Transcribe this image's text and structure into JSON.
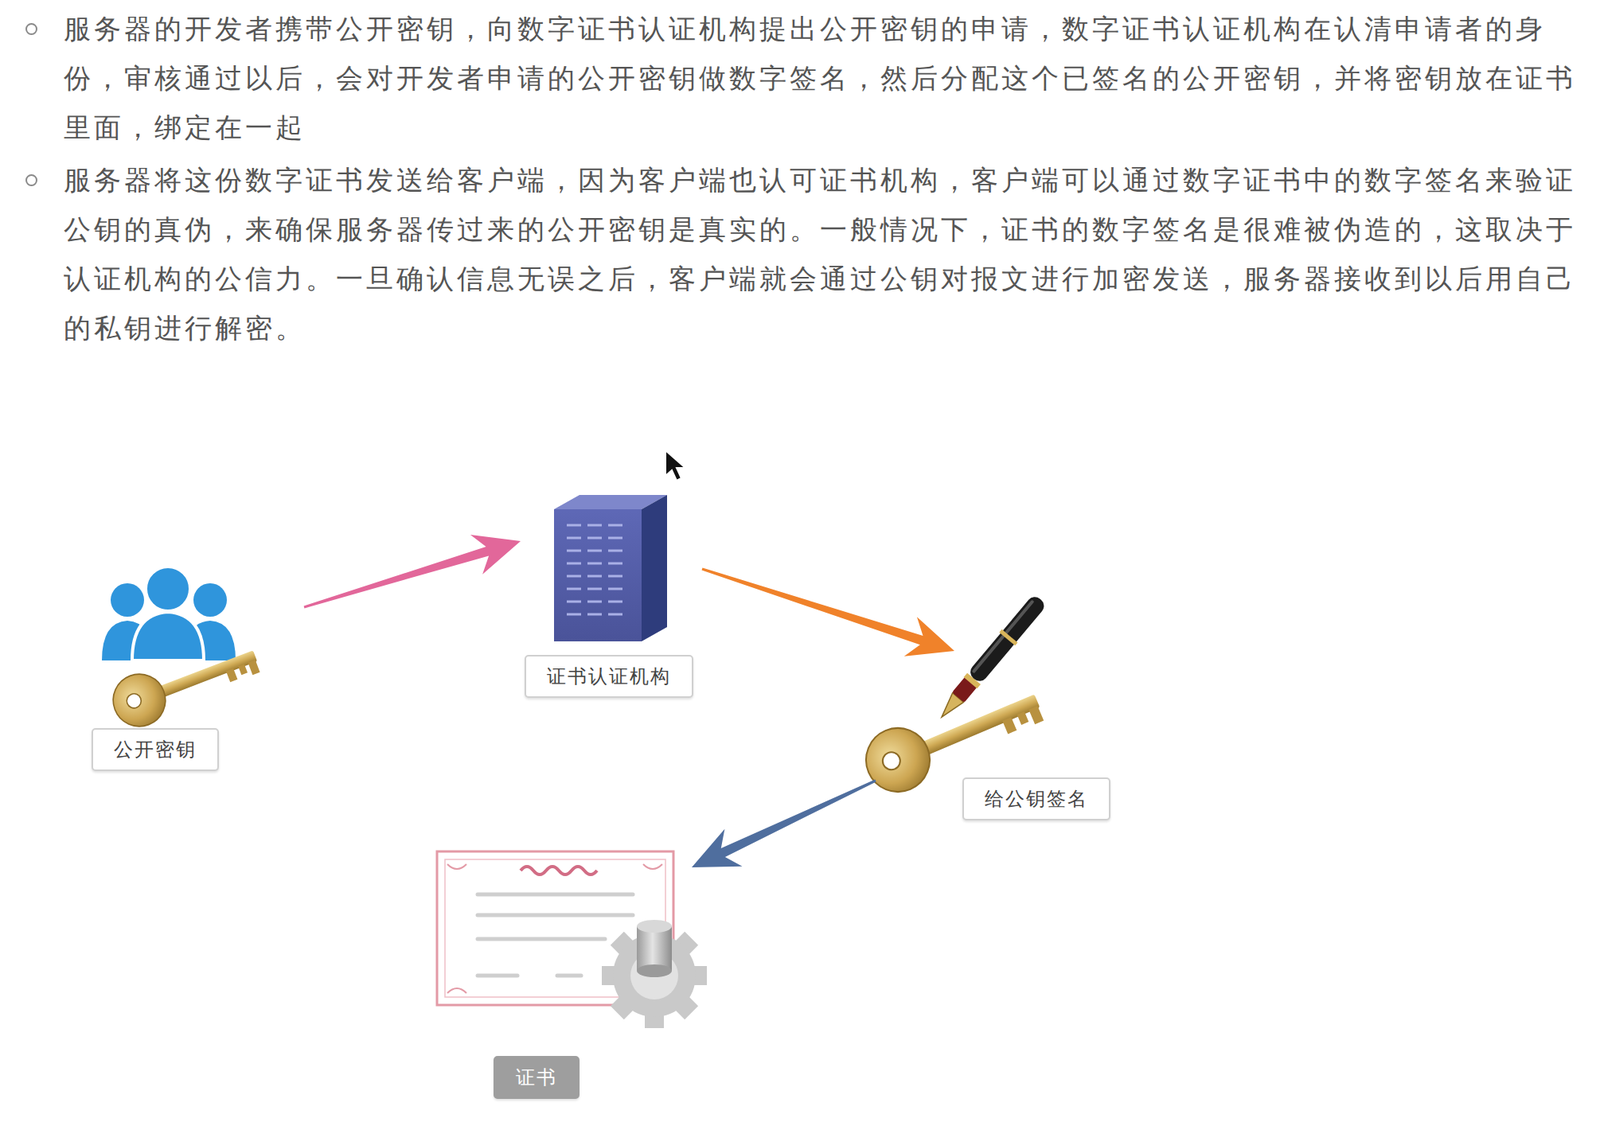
{
  "diagram": {
    "nodes": [
      {
        "text": [
          "公开密钥"
        ]
      },
      {
        "text": [
          "证书认证机构"
        ]
      },
      {
        "text": [
          "给公钥签名"
        ]
      },
      {
        "text": [
          "证书"
        ]
      }
    ],
    "edges": [
      {
        "from": 0,
        "to": 1,
        "arrow": "to"
      },
      {
        "from": 1,
        "to": 2,
        "arrow": "to"
      },
      {
        "from": 2,
        "to": 3,
        "arrow": "to"
      }
    ],
    "labels": [
      "服务器的开发者携带公开密钥，向数字证书认证机构提出公开密钥的申请，数字证书认证机构在认清申请者的身份，审核通过以后，会对开发者申请的公开密钥做数字签名，然后分配这个已签名的公开密钥，并将密钥放在证书里面，绑定在一起",
      "服务器将这份数字证书发送给客户端，因为客户端也认可证书机构，客户端可以通过数字证书中的数字签名来验证公钥的真伪，来确保服务器传过来的公开密钥是真实的。一般情况下，证书的数字签名是很难被伪造的，这取决于认证机构的公信力。一旦确认信息无误之后，客户端就会通过公钥对报文进行加密发送，服务器接收到以后用自己的私钥进行解密。"
    ]
  }
}
